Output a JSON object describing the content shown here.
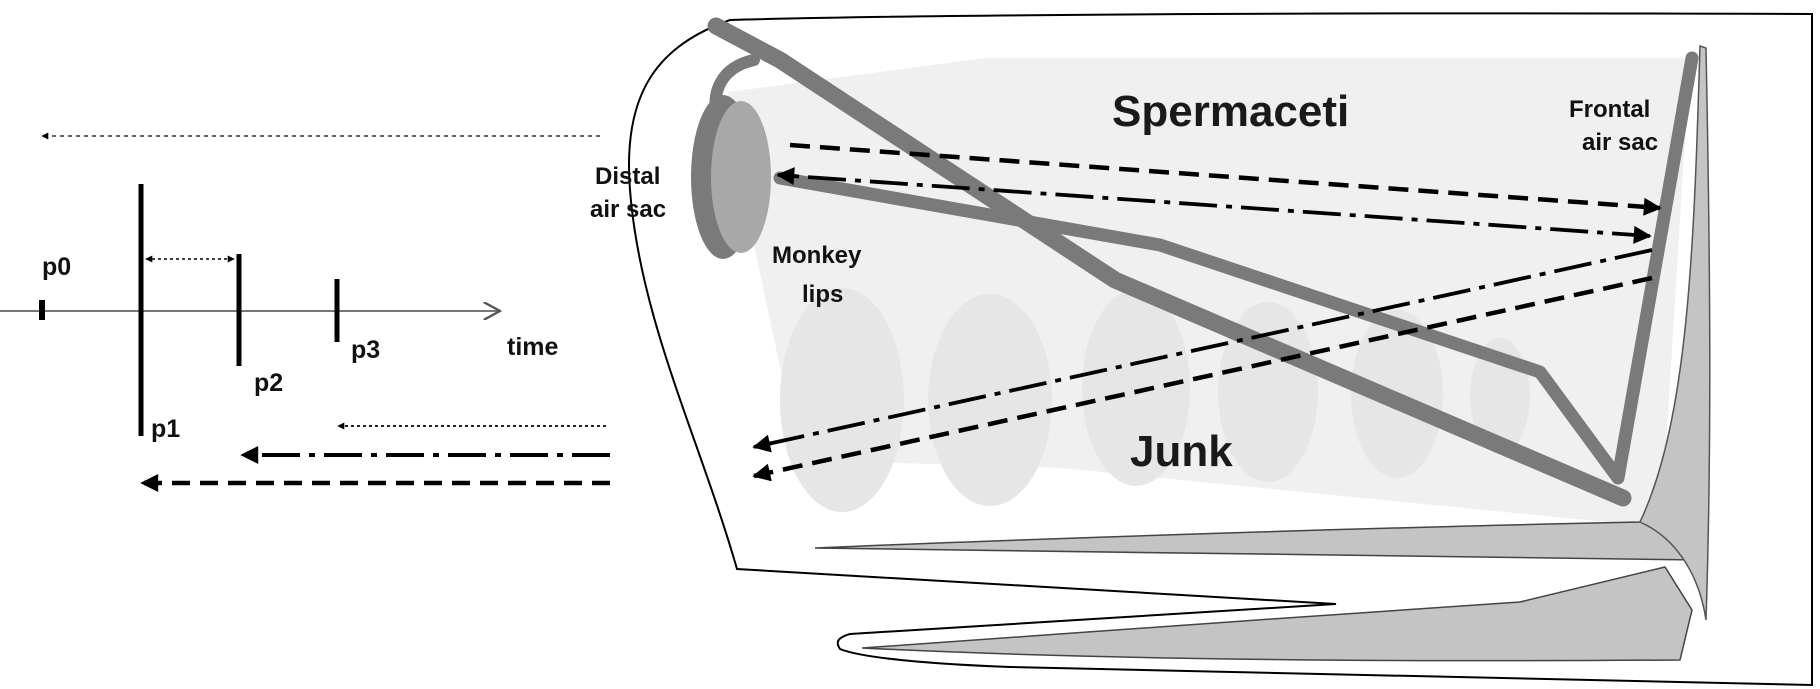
{
  "pulse_timeline": {
    "pulses": [
      {
        "label": "p0"
      },
      {
        "label": "p1"
      },
      {
        "label": "p2"
      },
      {
        "label": "p3"
      }
    ],
    "axis_label": "time"
  },
  "head_diagram": {
    "labels": {
      "spermaceti": "Spermaceti",
      "junk": "Junk",
      "distal_air_sac_line1": "Distal",
      "distal_air_sac_line2": "air sac",
      "frontal_air_sac_line1": "Frontal",
      "frontal_air_sac_line2": "air sac",
      "monkey_lips_line1": "Monkey",
      "monkey_lips_line2": "lips"
    }
  },
  "colors": {
    "outline": "#000000",
    "organ_fill": "#f0f0f0",
    "nasal_passage": "#7a7a7a",
    "lens_fill": "#ececec",
    "lips_fill": "#a8a8a8",
    "bone_fill": "#c4c4c4"
  }
}
